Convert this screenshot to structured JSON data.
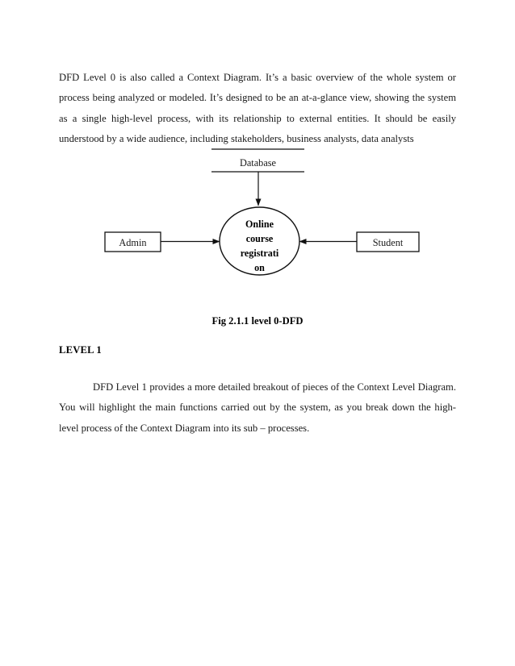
{
  "document": {
    "intro_paragraph": "DFD Level 0 is also called a Context Diagram. It’s a basic overview of the whole system or process being analyzed or modeled. It’s designed to be an at-a-glance view, showing the system as a single high-level process, with its relationship to external entities. It should be easily understood by a wide audience, including stakeholders, business analysts, data analysts",
    "figure_caption": "Fig 2.1.1 level 0-DFD",
    "level1_heading": "LEVEL 1",
    "level1_paragraph": "DFD Level 1 provides a more detailed breakout of pieces of the Context Level Diagram. You will highlight the main functions carried out by the system, as you break down the high-level process of the Context Diagram into its sub – processes."
  },
  "diagram": {
    "type": "data-flow-diagram",
    "level": "0",
    "datastore": {
      "label": "Database"
    },
    "process": {
      "label_lines": [
        "Online",
        "course",
        "registrati",
        "on"
      ],
      "full_label": "Online course registration"
    },
    "entities": [
      {
        "id": "admin",
        "label": "Admin",
        "position": "left"
      },
      {
        "id": "student",
        "label": "Student",
        "position": "right"
      }
    ],
    "flows": [
      {
        "from": "Database",
        "to": "Online course registration",
        "direction": "down"
      },
      {
        "from": "Admin",
        "to": "Online course registration",
        "direction": "right"
      },
      {
        "from": "Student",
        "to": "Online course registration",
        "direction": "left"
      }
    ],
    "colors": {
      "stroke": "#000000",
      "text": "#1a1a1a",
      "background": "#ffffff"
    }
  }
}
